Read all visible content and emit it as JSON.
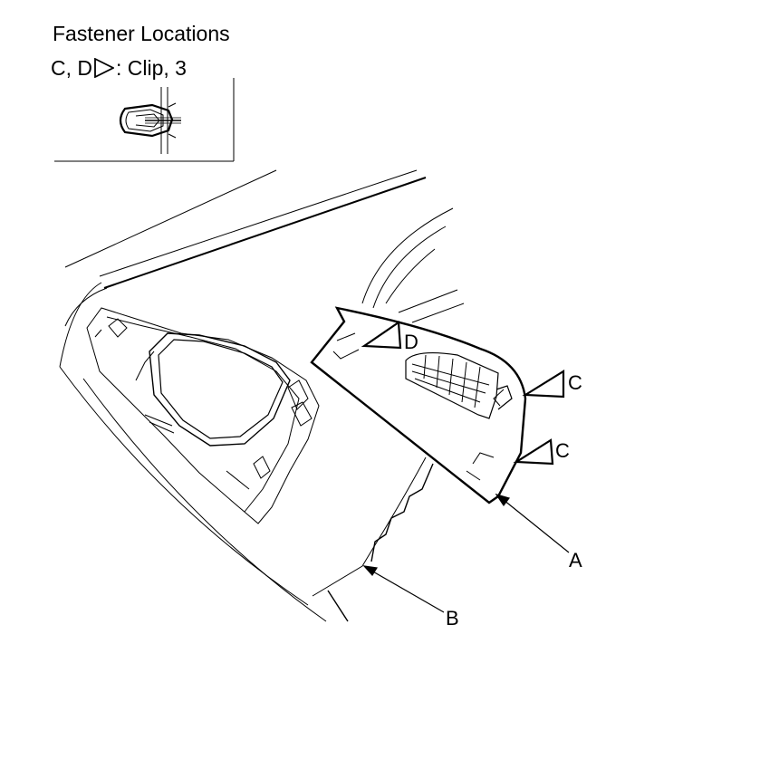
{
  "legend": {
    "title": "Fastener Locations",
    "keys": "C, D",
    "description": ": Clip, 3"
  },
  "callouts": {
    "a": "A",
    "b": "B",
    "c1": "C",
    "c2": "C",
    "d": "D"
  },
  "colors": {
    "line": "#000000",
    "background": "#ffffff"
  }
}
